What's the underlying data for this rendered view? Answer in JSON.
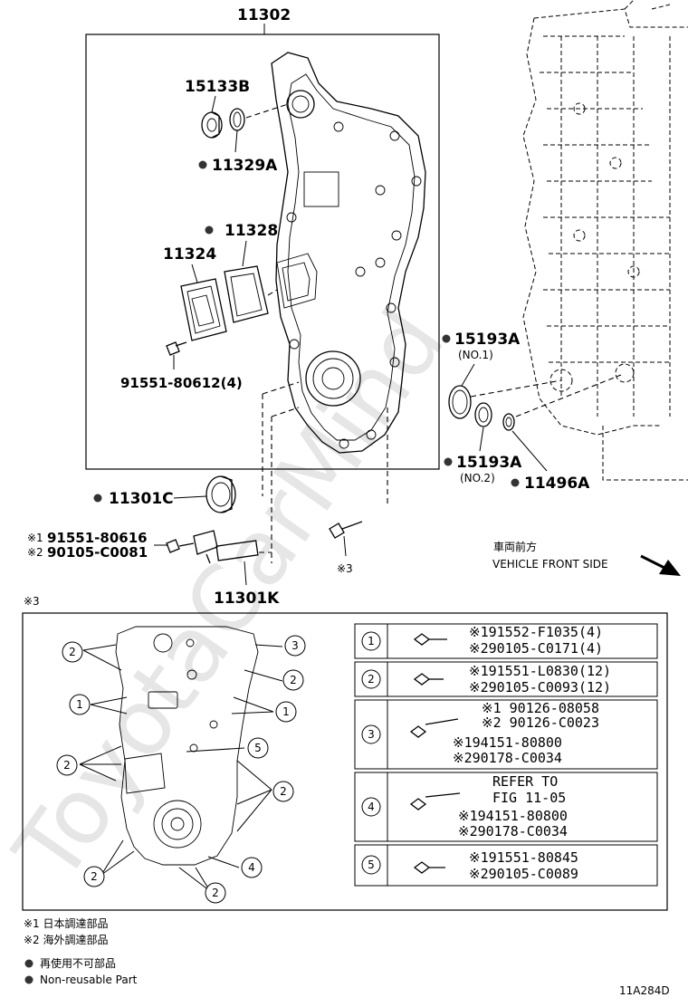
{
  "watermark": "ToyotaCarMind",
  "callouts": {
    "assembly": "11302",
    "plug": "15133B",
    "oring_top": "11329A",
    "gasket": "11328",
    "cover_plate": "11324",
    "cover_bolt": "91551-80612(4)",
    "oring_no1": "15193A",
    "no1_note": "(NO.1)",
    "oring_no2": "15193A",
    "no2_note": "(NO.2)",
    "oring_small": "11496A",
    "oil_seal": "11301C",
    "sensor_bolt_1": "91551-80616",
    "sensor_bolt_2": "90105-C0081",
    "sensor": "11301K",
    "bolt_ref": "※3"
  },
  "markers": {
    "m1": "※1",
    "m2": "※2"
  },
  "vehicle_front": {
    "jp": "車両前方",
    "en": "VEHICLE FRONT SIDE"
  },
  "inset_title": "※3",
  "bolt_table": [
    {
      "num": "1",
      "lines": [
        "※191552-F1035(4)",
        "※290105-C0171(4)"
      ]
    },
    {
      "num": "2",
      "lines": [
        "※191551-L0830(12)",
        "※290105-C0093(12)"
      ]
    },
    {
      "num": "3",
      "lines": [
        "※1 90126-08058",
        "※2 90126-C0023",
        "※194151-80800",
        "※290178-C0034"
      ]
    },
    {
      "num": "4",
      "lines": [
        "REFER TO",
        "FIG 11-05",
        "※194151-80800",
        "※290178-C0034"
      ]
    },
    {
      "num": "5",
      "lines": [
        "※191551-80845",
        "※290105-C0089"
      ]
    }
  ],
  "inset_labels": [
    "2",
    "3",
    "2",
    "1",
    "1",
    "5",
    "2",
    "2",
    "2",
    "4",
    "2"
  ],
  "legend": {
    "note1": "※1 日本調達部品",
    "note2": "※2 海外調達部品",
    "jp_nonreuse": "再使用不可部品",
    "en_nonreuse": "Non-reusable Part"
  },
  "figure_id": "11A284D"
}
